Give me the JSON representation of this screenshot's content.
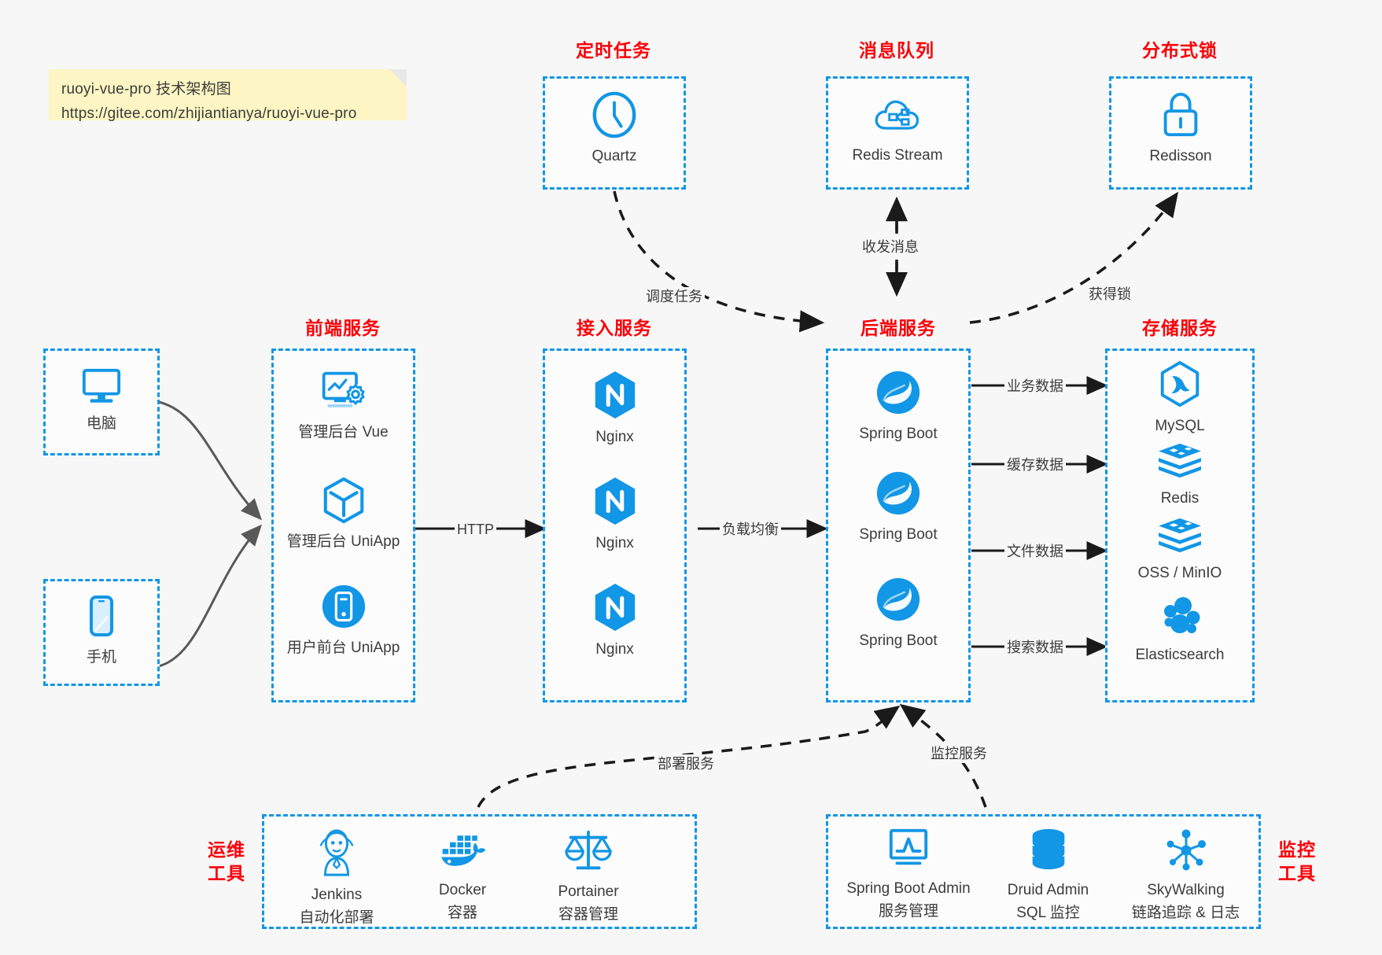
{
  "note": {
    "line1": "ruoyi-vue-pro 技术架构图",
    "line2": "https://gitee.com/zhijiantianya/ruoyi-vue-pro"
  },
  "colors": {
    "accent": "#1296e6",
    "title_red": "#fb0007",
    "text": "#3b3b3b",
    "background": "#f7f7f7",
    "box_fill": "#fcfcfc",
    "edge_solid": "#1a1a1a",
    "edge_gray": "#595959",
    "note_bg": "#fdf6c4"
  },
  "groups": {
    "scheduled_task": {
      "title": "定时任务",
      "nodes": [
        {
          "label": "Quartz",
          "icon": "clock-icon"
        }
      ]
    },
    "message_queue": {
      "title": "消息队列",
      "nodes": [
        {
          "label": "Redis Stream",
          "icon": "cloud-network-icon"
        }
      ]
    },
    "distributed_lock": {
      "title": "分布式锁",
      "nodes": [
        {
          "label": "Redisson",
          "icon": "lock-icon"
        }
      ]
    },
    "clients": {
      "nodes": [
        {
          "label": "电脑",
          "icon": "desktop-monitor-icon"
        },
        {
          "label": "手机",
          "icon": "smartphone-icon"
        }
      ]
    },
    "frontend": {
      "title": "前端服务",
      "nodes": [
        {
          "label": "管理后台 Vue",
          "icon": "dashboard-gear-icon"
        },
        {
          "label": "管理后台 UniApp",
          "icon": "hexagon-cube-icon"
        },
        {
          "label": "用户前台 UniApp",
          "icon": "mobile-circle-icon"
        }
      ]
    },
    "gateway": {
      "title": "接入服务",
      "nodes": [
        {
          "label": "Nginx",
          "icon": "nginx-icon"
        },
        {
          "label": "Nginx",
          "icon": "nginx-icon"
        },
        {
          "label": "Nginx",
          "icon": "nginx-icon"
        }
      ]
    },
    "backend": {
      "title": "后端服务",
      "nodes": [
        {
          "label": "Spring Boot",
          "icon": "spring-boot-icon"
        },
        {
          "label": "Spring Boot",
          "icon": "spring-boot-icon"
        },
        {
          "label": "Spring Boot",
          "icon": "spring-boot-icon"
        }
      ]
    },
    "storage": {
      "title": "存储服务",
      "nodes": [
        {
          "label": "MySQL",
          "icon": "mysql-dolphin-icon"
        },
        {
          "label": "Redis",
          "icon": "redis-stack-icon"
        },
        {
          "label": "OSS / MinIO",
          "icon": "redis-stack-icon"
        },
        {
          "label": "Elasticsearch",
          "icon": "elasticsearch-icon"
        }
      ]
    },
    "ops_tools": {
      "title": "运维\n工具",
      "title_line1": "运维",
      "title_line2": "工具",
      "nodes": [
        {
          "label": "Jenkins",
          "sub": "自动化部署",
          "icon": "jenkins-butler-icon"
        },
        {
          "label": "Docker",
          "sub": "容器",
          "icon": "docker-whale-icon"
        },
        {
          "label": "Portainer",
          "sub": "容器管理",
          "icon": "scales-balance-icon"
        }
      ]
    },
    "monitor_tools": {
      "title_line1": "监控",
      "title_line2": "工具",
      "nodes": [
        {
          "label": "Spring Boot Admin",
          "sub": "服务管理",
          "icon": "monitor-chart-icon"
        },
        {
          "label": "Druid Admin",
          "sub": "SQL 监控",
          "icon": "database-cylinder-icon"
        },
        {
          "label": "SkyWalking",
          "sub": "链路追踪 & 日志",
          "icon": "skywalking-node-icon"
        }
      ]
    }
  },
  "edges": [
    {
      "name": "frontend-to-gateway",
      "label": "HTTP"
    },
    {
      "name": "gateway-to-backend",
      "label": "负载均衡"
    },
    {
      "name": "quartz-to-backend",
      "label": "调度任务"
    },
    {
      "name": "backend-to-mq",
      "label": "收发消息"
    },
    {
      "name": "backend-to-lock",
      "label": "获得锁"
    },
    {
      "name": "backend-to-mysql",
      "label": "业务数据"
    },
    {
      "name": "backend-to-redis",
      "label": "缓存数据"
    },
    {
      "name": "backend-to-oss",
      "label": "文件数据"
    },
    {
      "name": "backend-to-es",
      "label": "搜索数据"
    },
    {
      "name": "ops-to-backend",
      "label": "部署服务"
    },
    {
      "name": "monitor-to-backend",
      "label": "监控服务"
    }
  ]
}
